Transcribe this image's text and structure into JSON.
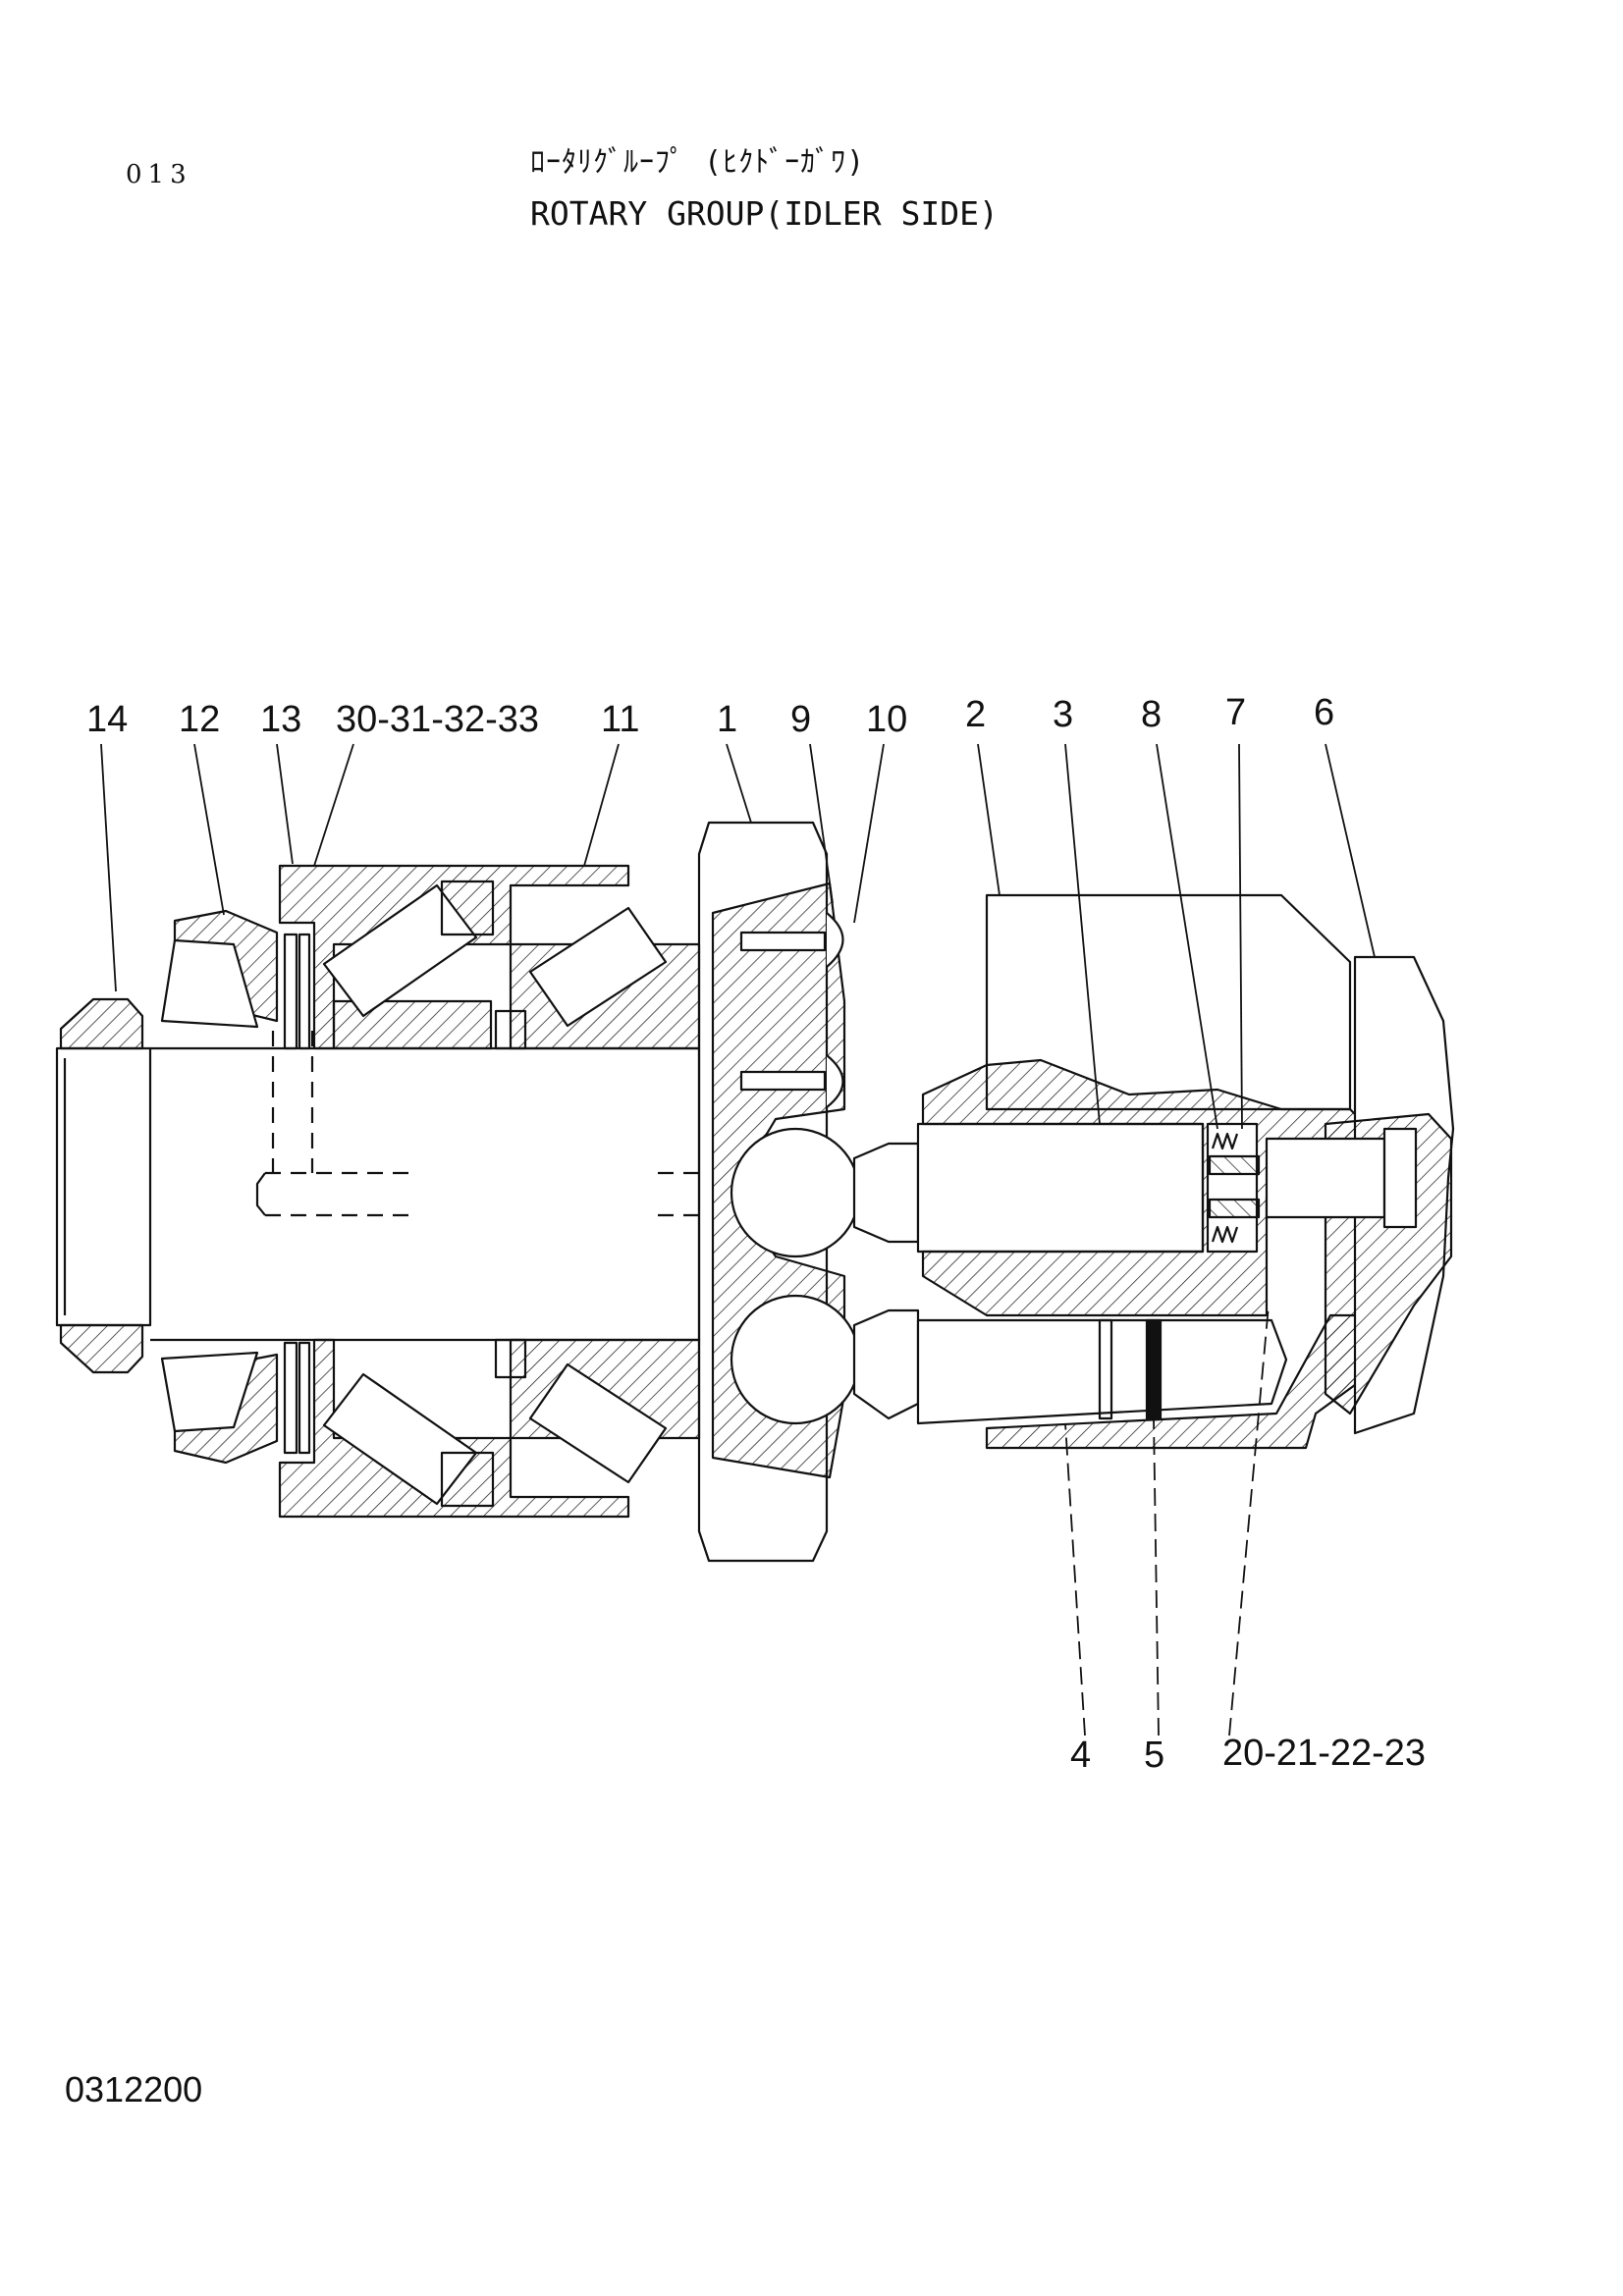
{
  "header": {
    "page_number": "013",
    "title_jp": "ﾛｰﾀﾘｸﾞﾙｰﾌﾟ (ﾋｸﾄﾞｰｶﾞﾜ)",
    "title_en": "ROTARY GROUP(IDLER SIDE)"
  },
  "drawing_code": "0312200",
  "callouts": {
    "top": [
      "14",
      "12",
      "13",
      "30-31-32-33",
      "11",
      "1",
      "9",
      "10",
      "2",
      "3",
      "8",
      "7",
      "6"
    ],
    "bottom": [
      "4",
      "5",
      "20-21-22-23"
    ]
  },
  "colors": {
    "ink": "#111111",
    "paper": "#ffffff"
  }
}
